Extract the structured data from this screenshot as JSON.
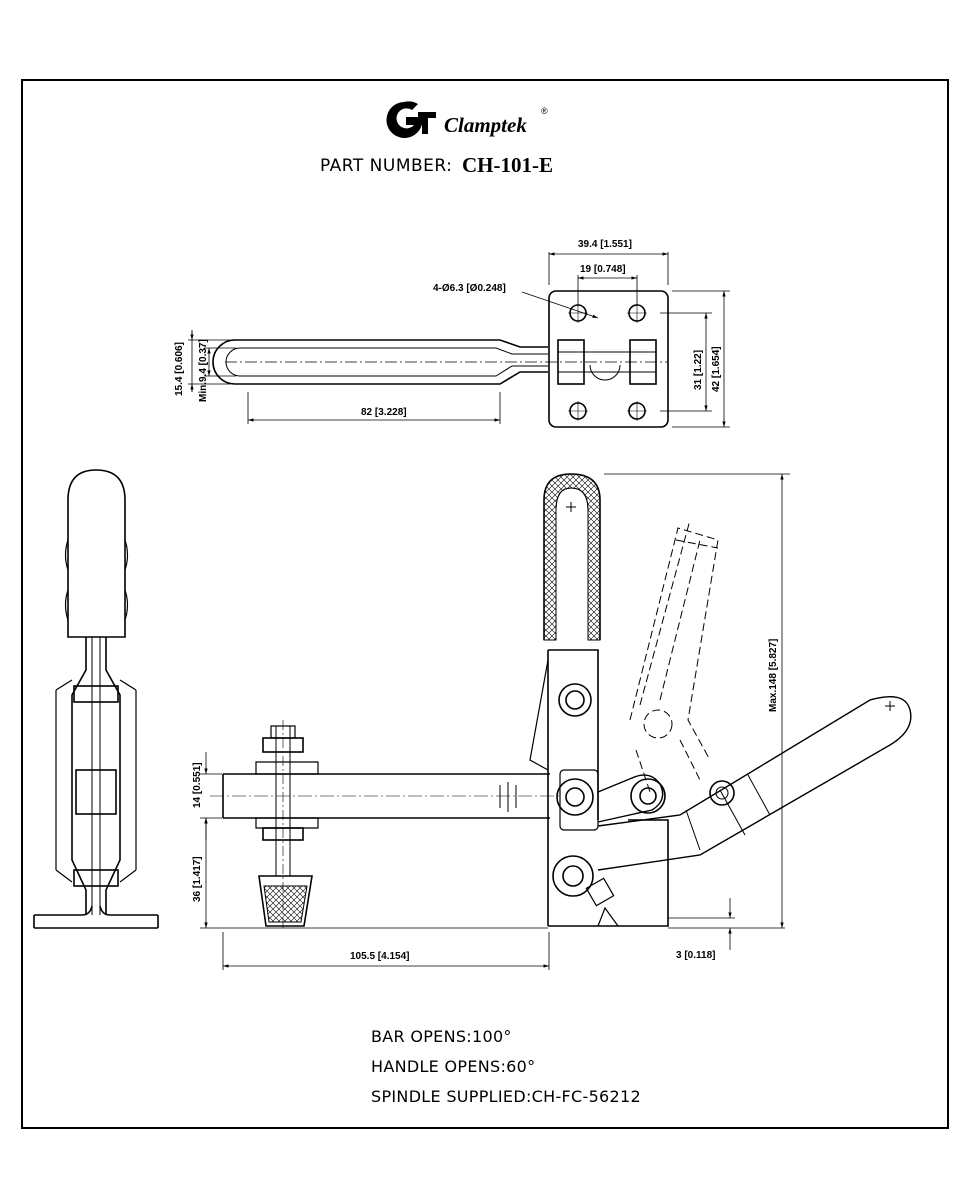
{
  "header": {
    "brand_name": "Clamptek",
    "registered_mark": "®",
    "part_number_label": "PART NUMBER:",
    "part_number": "CH-101-E",
    "logo_icon": "clamptek-logo-icon"
  },
  "top_view_dims": {
    "overall_width": "39.4 [1.551]",
    "hole_spacing": "19 [0.748]",
    "holes": "4-Ø6.3 [Ø0.248]",
    "handle_width": "15.4 [0.606]",
    "handle_min": "Min.9.4 [0.37]",
    "handle_length": "82 [3.228]",
    "hole_pitch_vertical": "31 [1.22]",
    "base_height": "42 [1.654]"
  },
  "side_view_dims": {
    "bar_thickness": "14 [0.551]",
    "spindle_height": "36 [1.417]",
    "reach": "105.5 [4.154]",
    "base_offset": "3 [0.118]",
    "max_height": "Max.148 [5.827]"
  },
  "notes": {
    "bar_opens": "BAR OPENS:100°",
    "handle_opens": "HANDLE OPENS:60°",
    "spindle": "SPINDLE SUPPLIED:CH-FC-56212"
  }
}
